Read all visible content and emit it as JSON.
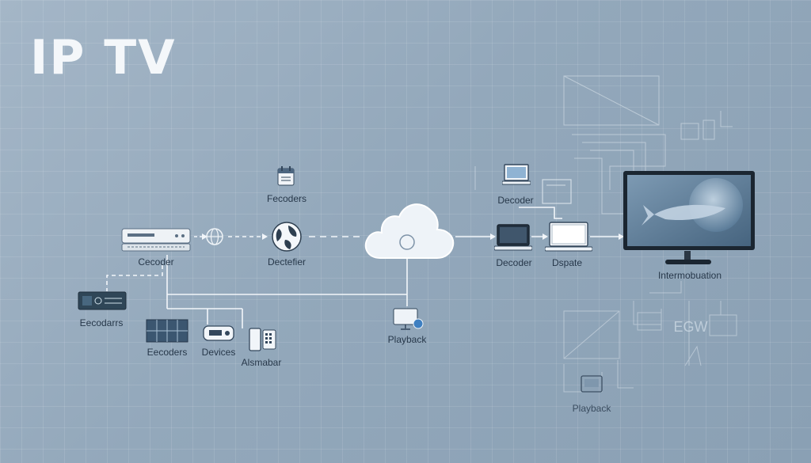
{
  "title": "IP TV",
  "labels": {
    "encoders_top": "Fecoders",
    "encoder": "Cecoder",
    "detector": "Dectefier",
    "encoders_left": "Eecodarrs",
    "encoders_bottom": "Eecoders",
    "devices": "Devices",
    "alsmabar": "Alsmabar",
    "playback_center": "Playback",
    "decoder_top": "Decoder",
    "decoder_mid": "Decoder",
    "dspate": "Dspate",
    "intermobuation": "Intermobuation",
    "egw": "EGW",
    "playback_bottom": "Playback"
  },
  "colors": {
    "background": "#9aaec0",
    "line": "#f2f6fa",
    "device_dark": "#33475c",
    "screen": "#5c7d99",
    "monitor_frame": "#1d2833"
  },
  "icons": [
    "router-icon",
    "globe-icon",
    "cloud-icon",
    "server-icon",
    "laptop-icon",
    "tv-icon",
    "monitor-icon",
    "phone-icon",
    "grid-panel-icon",
    "device-box-icon",
    "calendar-icon"
  ]
}
